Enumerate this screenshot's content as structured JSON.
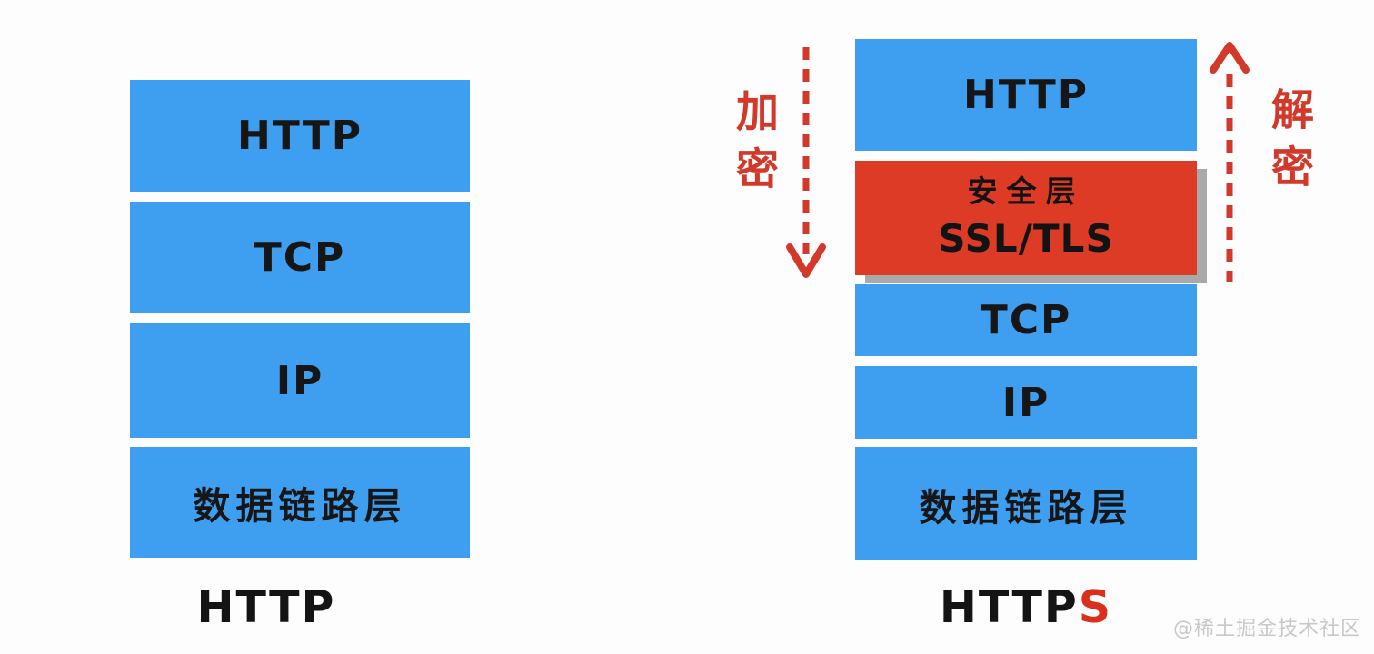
{
  "colors": {
    "layer_blue": "#3E9EEF",
    "security_red": "#DE3B26",
    "annotation_red": "#D2392A",
    "shadow_gray": "#A9A9A9",
    "text_black": "#141414",
    "watermark_gray": "#C8C8C8",
    "background": "#FDFDFD"
  },
  "left_stack": {
    "title": "HTTP",
    "layers": [
      {
        "label": "HTTP"
      },
      {
        "label": "TCP"
      },
      {
        "label": "IP"
      },
      {
        "label": "数据链路层"
      }
    ]
  },
  "right_stack": {
    "title_main": "HTTP",
    "title_suffix": "S",
    "security_layer": {
      "line1": "安全层",
      "line2": "SSL/TLS"
    },
    "layers": [
      {
        "label": "HTTP"
      },
      {
        "label": "TCP"
      },
      {
        "label": "IP"
      },
      {
        "label": "数据链路层"
      }
    ]
  },
  "annotations": {
    "encrypt_label": "加密",
    "decrypt_label": "解密"
  },
  "watermark": "@稀土掘金技术社区"
}
